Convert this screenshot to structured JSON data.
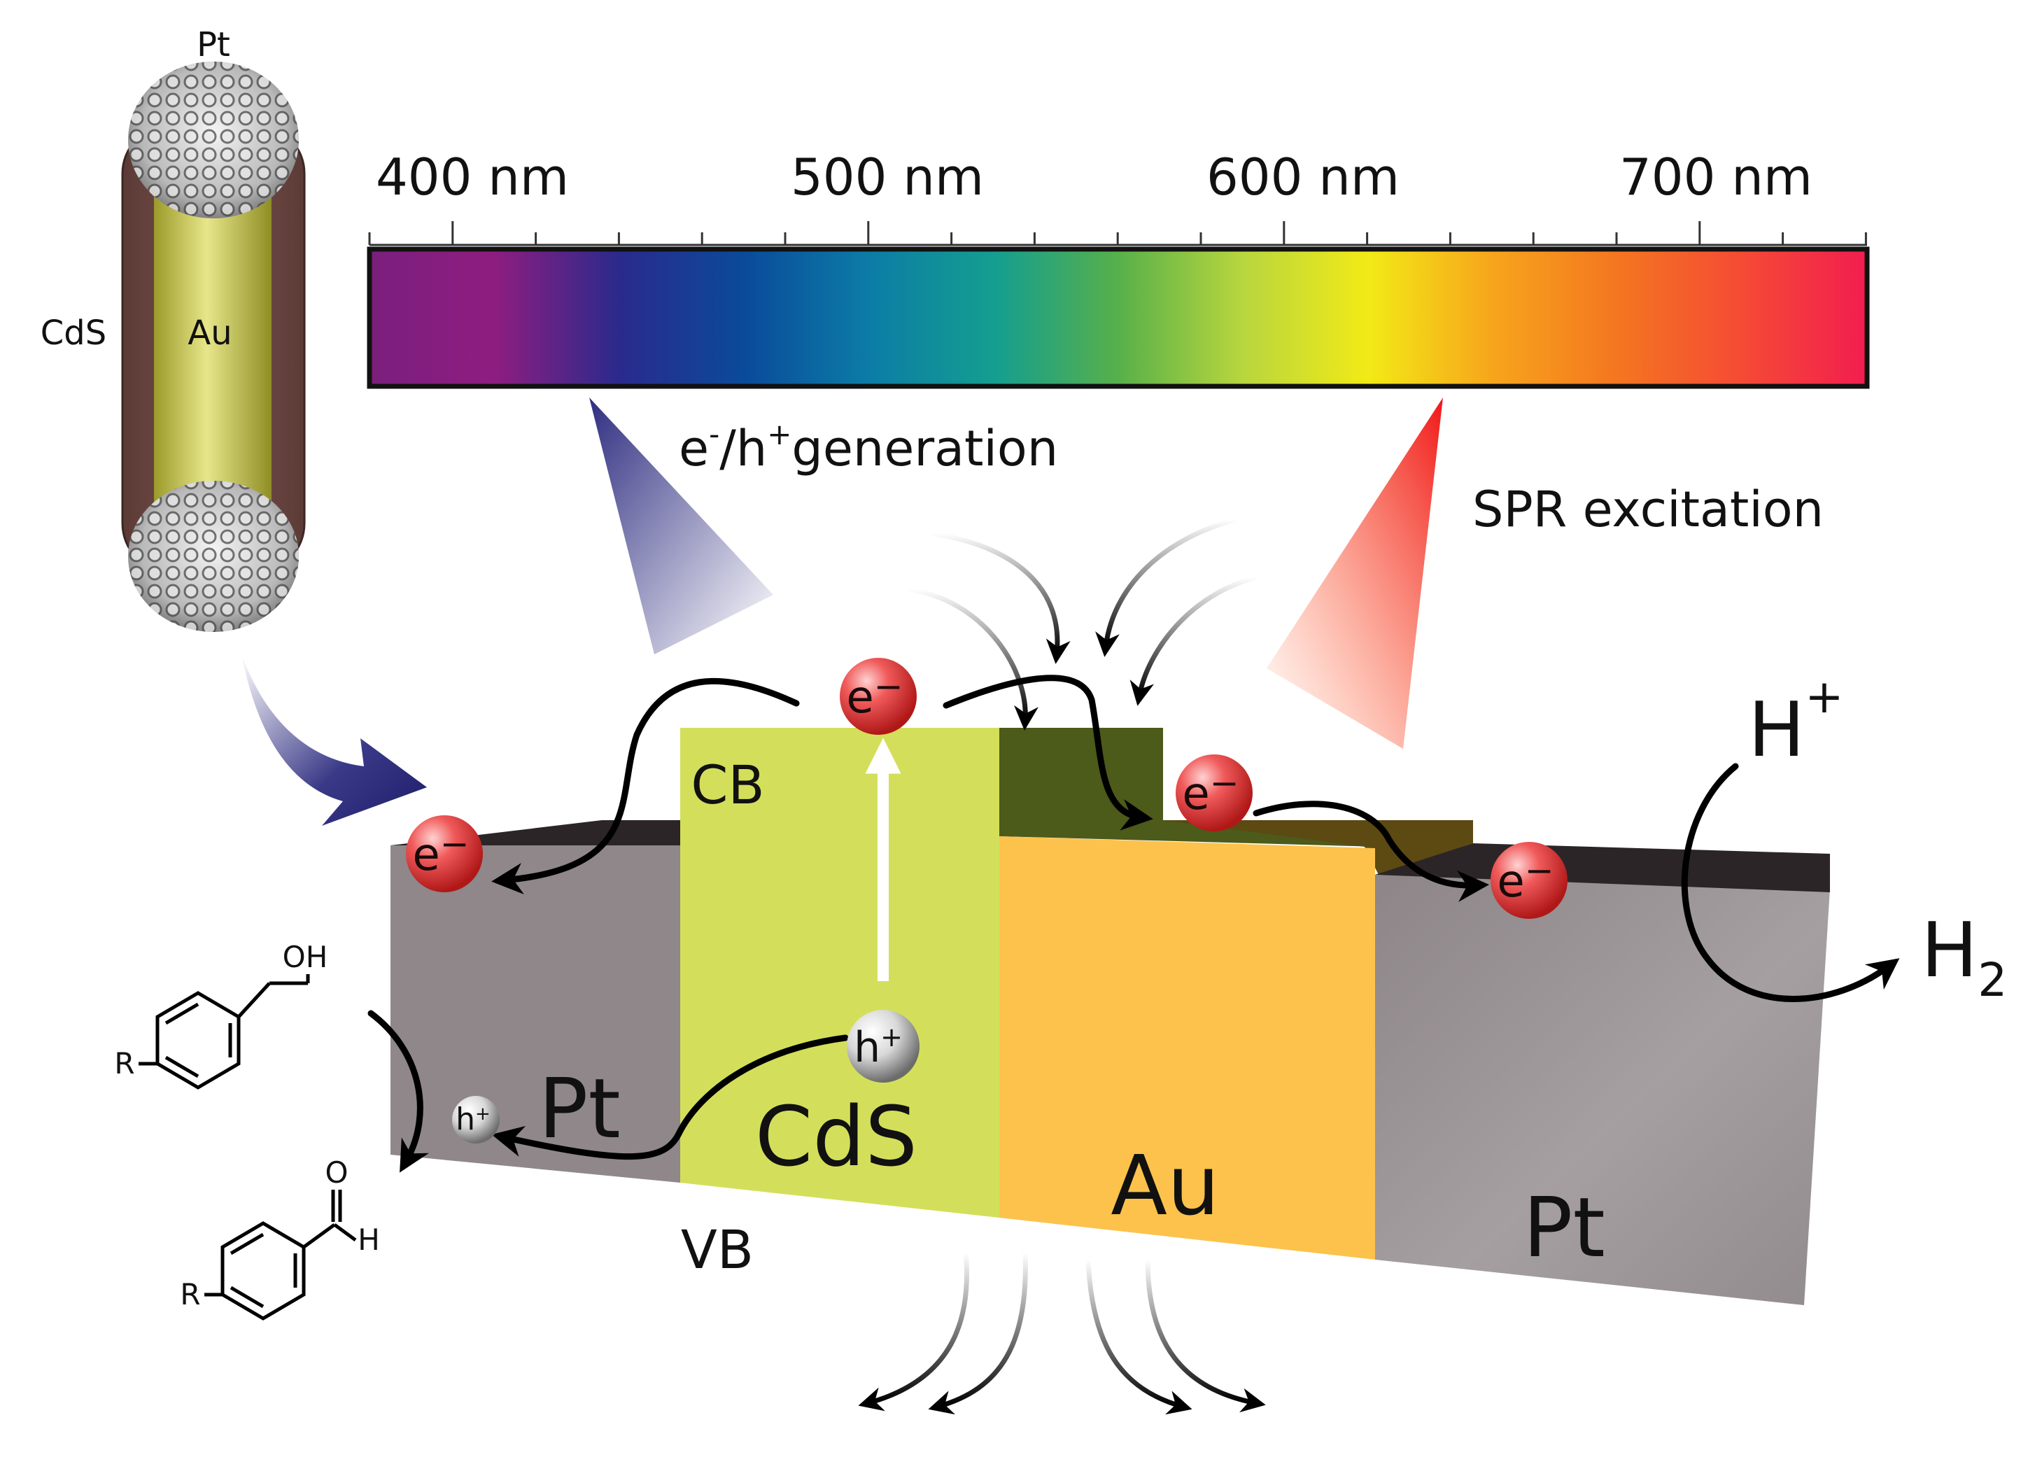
{
  "nanorod": {
    "labels": {
      "top": "Pt",
      "left": "CdS",
      "core": "Au"
    }
  },
  "spectrum": {
    "tick_labels": [
      "400 nm",
      "500 nm",
      "600 nm",
      "700 nm"
    ],
    "gradient_colors": [
      "#7a1f7d",
      "#8f1d80",
      "#2a2a8c",
      "#0a4a9a",
      "#0c7ca6",
      "#149e90",
      "#57b04a",
      "#b8d63e",
      "#f2ea16",
      "#f7a51c",
      "#f47620",
      "#f54a35",
      "#f21d4f"
    ]
  },
  "beams": {
    "left_label": {
      "pre": "e",
      "sup1": "-",
      "mid": "/h",
      "sup2": "+",
      "post": "generation"
    },
    "right_label": "SPR excitation"
  },
  "band_diagram": {
    "cb_label": "CB",
    "vb_label": "VB",
    "cds_label": "CdS",
    "au_label": "Au",
    "pt_left_label": "Pt",
    "pt_right_label": "Pt",
    "colors": {
      "pt": "#8f8789",
      "cds": "#d3df5a",
      "au": "#fcc24c",
      "top_strip": "#2c2527"
    }
  },
  "charges": {
    "electron": {
      "base": "e",
      "sup": "−"
    },
    "hole": {
      "base": "h",
      "sup": "+"
    }
  },
  "reaction_right": {
    "reactant": {
      "base": "H",
      "sup": "+"
    },
    "product": {
      "base": "H",
      "sub": "2"
    }
  },
  "molecules": {
    "alcohol": {
      "substituent": "R",
      "group": "OH"
    },
    "aldehyde": {
      "substituent": "R",
      "oxygen": "O",
      "hydrogen": "H"
    }
  }
}
